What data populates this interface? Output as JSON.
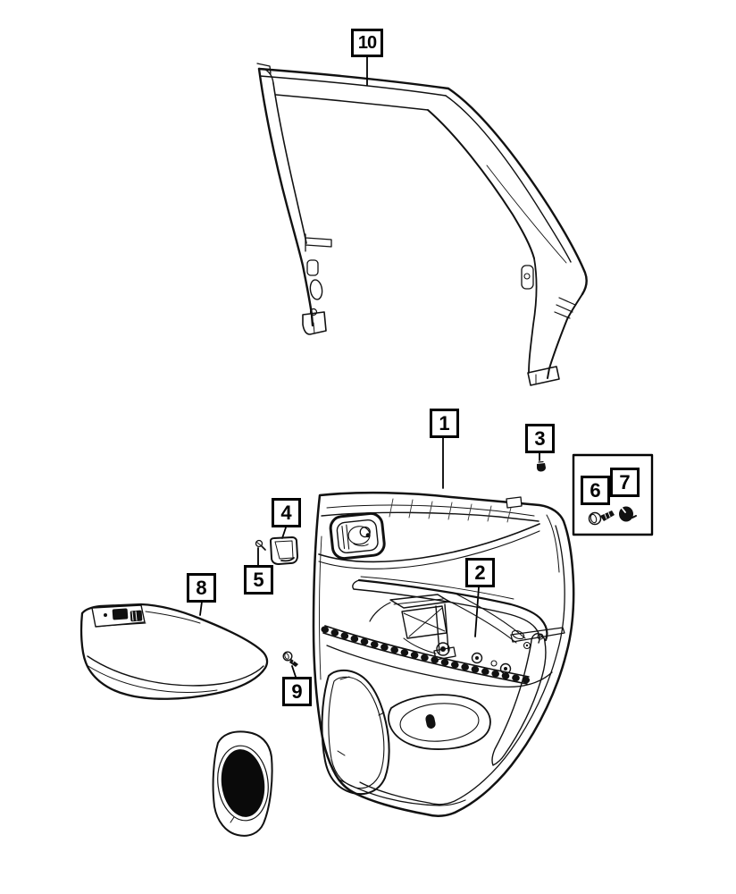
{
  "diagram": {
    "background_color": "#ffffff",
    "line_color": "#111111",
    "callout_border_color": "#000000"
  },
  "callouts": [
    {
      "label": "10"
    },
    {
      "label": "1"
    },
    {
      "label": "2"
    },
    {
      "label": "3"
    },
    {
      "label": "4"
    },
    {
      "label": "5"
    },
    {
      "label": "6"
    },
    {
      "label": "7"
    },
    {
      "label": "8"
    },
    {
      "label": "9"
    }
  ]
}
